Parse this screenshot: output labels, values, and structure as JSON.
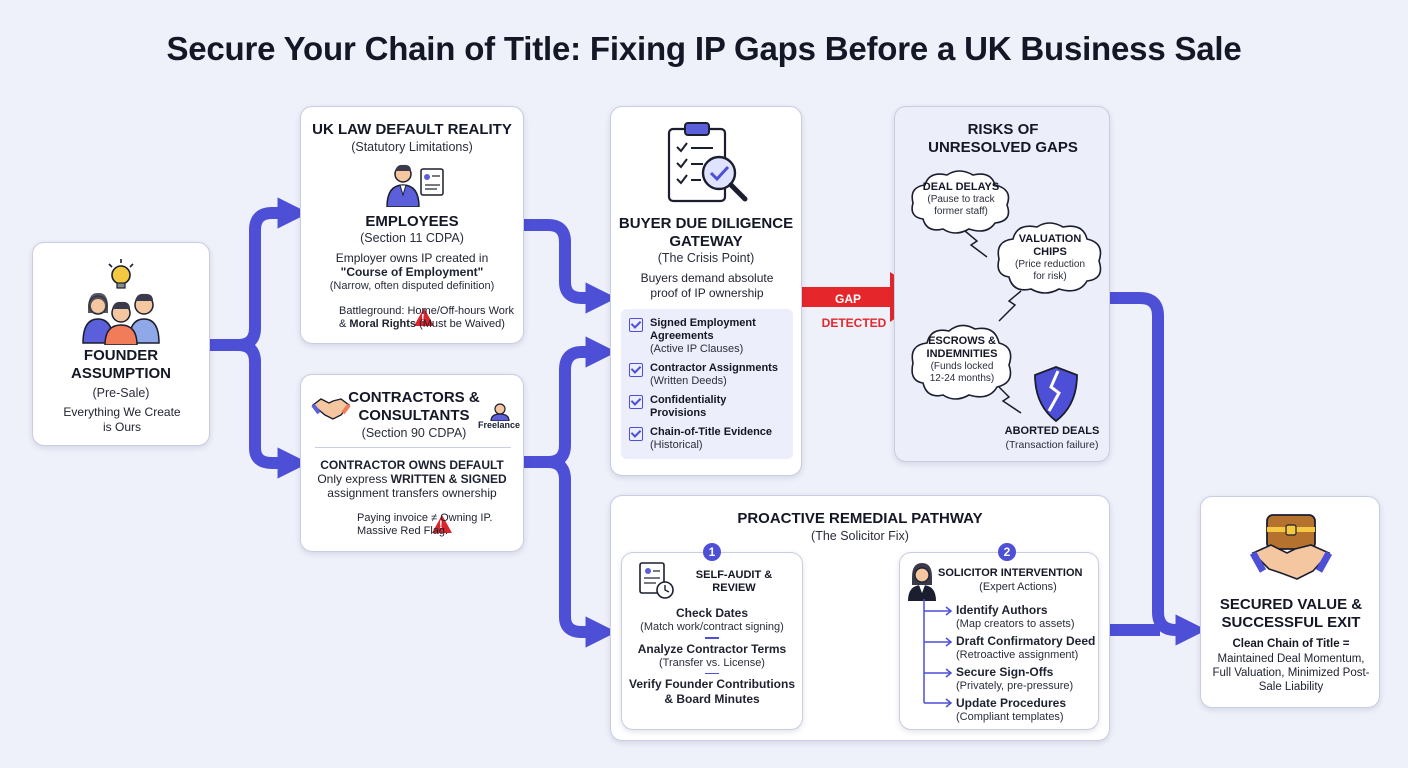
{
  "title": "Secure Your Chain of Title: Fixing IP Gaps Before a UK Business Sale",
  "colors": {
    "flow": "#4d4fd6",
    "gap": "#e5262b",
    "warning": "#d9252b",
    "card_border": "#c9cde0"
  },
  "founder": {
    "heading": "FOUNDER ASSUMPTION",
    "sub": "(Pre-Sale)",
    "body": "Everything We Create is Ours",
    "icons": [
      "lightbulb-icon",
      "people-group-icon"
    ]
  },
  "uk_law": {
    "heading": "UK LAW DEFAULT REALITY",
    "sub": "(Statutory Limitations)",
    "employees_heading": "EMPLOYEES",
    "employees_sub": "(Section 11 CDPA)",
    "body_line1": "Employer owns IP created in",
    "body_quote": "\"Course of Employment\"",
    "body_note": "(Narrow, often disputed definition)",
    "warning_line1": "Battleground: Home/Off-hours Work",
    "warning_amp": "& ",
    "warning_bold": "Moral Rights",
    "warning_tail": " (Must be Waived)"
  },
  "contractors": {
    "heading": "CONTRACTORS & CONSULTANTS",
    "sub": "(Section 90 CDPA)",
    "badge": "Freelance",
    "default_heading": "CONTRACTOR OWNS DEFAULT",
    "line_pre": "Only express ",
    "line_bold": "WRITTEN & SIGNED",
    "line_post": "assignment transfers ownership",
    "warning_line1": "Paying invoice ≠ Owning IP.",
    "warning_line2": "Massive Red Flag."
  },
  "buyer": {
    "heading": "BUYER DUE DILIGENCE GATEWAY",
    "sub": "(The Crisis Point)",
    "body": "Buyers demand absolute proof of IP ownership",
    "checklist": [
      {
        "label": "Signed Employment Agreements",
        "note": "(Active IP Clauses)"
      },
      {
        "label": "Contractor Assignments",
        "note": "(Written Deeds)"
      },
      {
        "label": "Confidentiality Provisions",
        "note": ""
      },
      {
        "label": "Chain-of-Title Evidence",
        "note": "(Historical)"
      }
    ]
  },
  "gap": {
    "label1": "GAP",
    "label2": "DETECTED"
  },
  "risks": {
    "heading": "RISKS OF UNRESOLVED GAPS",
    "items": [
      {
        "title": "DEAL DELAYS",
        "note": "(Pause to track former staff)"
      },
      {
        "title": "VALUATION CHIPS",
        "note": "(Price reduction for risk)"
      },
      {
        "title": "ESCROWS & INDEMNITIES",
        "note": "(Funds locked 12-24 months)"
      },
      {
        "title": "ABORTED DEALS",
        "note": "(Transaction failure)"
      }
    ]
  },
  "remedial": {
    "heading": "PROACTIVE REMEDIAL PATHWAY",
    "sub": "(The Solicitor Fix)",
    "audit": {
      "number": "1",
      "heading": "SELF-AUDIT & REVIEW",
      "items": [
        {
          "title": "Check Dates",
          "note": "(Match work/contract signing)"
        },
        {
          "title": "Analyze Contractor Terms",
          "note": "(Transfer vs. License)"
        },
        {
          "title": "Verify Founder Contributions & Board Minutes",
          "note": ""
        }
      ]
    },
    "solicitor": {
      "number": "2",
      "heading": "SOLICITOR INTERVENTION",
      "sub": "(Expert Actions)",
      "items": [
        {
          "title": "Identify Authors",
          "note": "(Map creators to assets)"
        },
        {
          "title": "Draft Confirmatory Deed",
          "note": "(Retroactive assignment)"
        },
        {
          "title": "Secure Sign-Offs",
          "note": "(Privately, pre-pressure)"
        },
        {
          "title": "Update Procedures",
          "note": "(Compliant templates)"
        }
      ]
    }
  },
  "exit": {
    "heading": "SECURED VALUE & SUCCESSFUL EXIT",
    "body_bold": "Clean Chain of Title =",
    "body": "Maintained Deal Momentum, Full Valuation, Minimized Post-Sale Liability"
  }
}
